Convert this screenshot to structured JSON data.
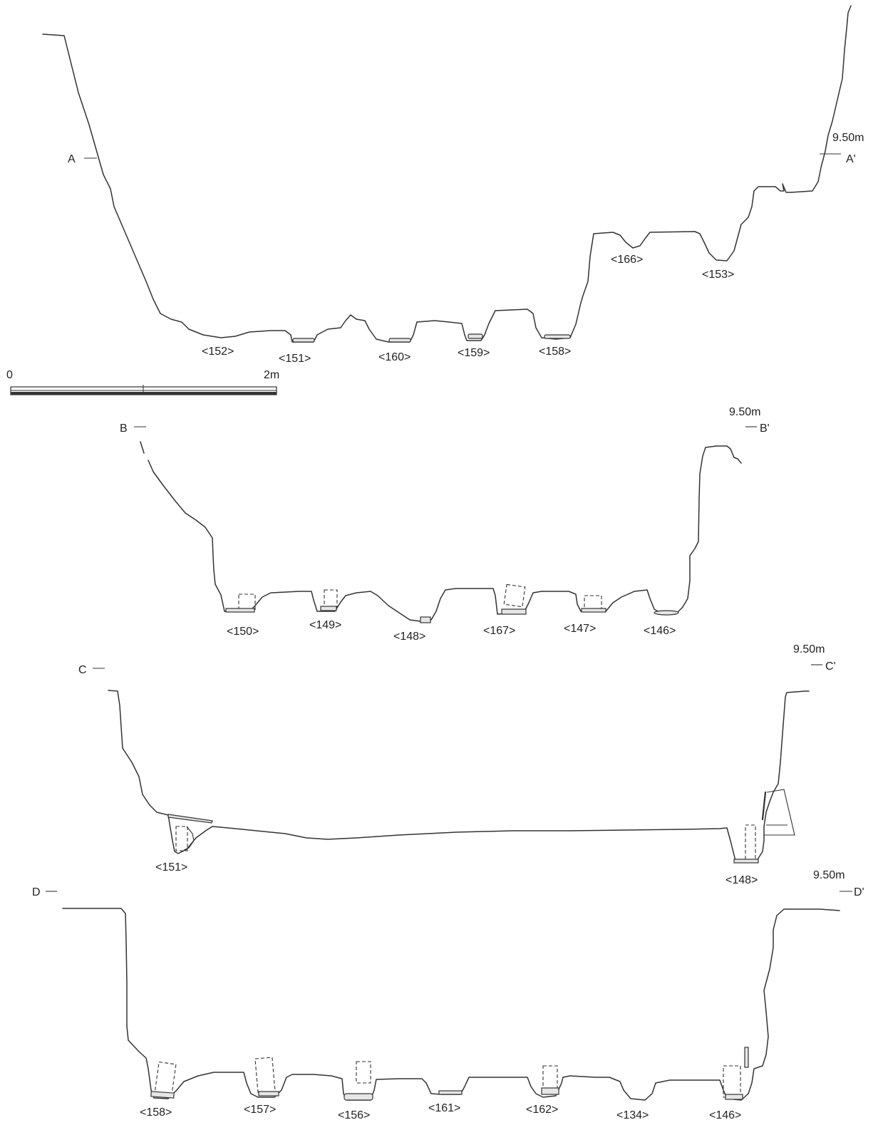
{
  "scale_bar": {
    "start": "0",
    "end": "2m"
  },
  "sections": [
    {
      "id": "A",
      "left": "A",
      "right": "A'",
      "elevation": "9.50m",
      "features": [
        "<152>",
        "<151>",
        "<160>",
        "<159>",
        "<158>",
        "<166>",
        "<153>"
      ]
    },
    {
      "id": "B",
      "left": "B",
      "right": "B'",
      "elevation": "9.50m",
      "features": [
        "<150>",
        "<149>",
        "<148>",
        "<167>",
        "<147>",
        "<146>"
      ]
    },
    {
      "id": "C",
      "left": "C",
      "right": "C'",
      "elevation": "9.50m",
      "features": [
        "<151>",
        "<148>"
      ]
    },
    {
      "id": "D",
      "left": "D",
      "right": "D'",
      "elevation": "9.50m",
      "features": [
        "<158>",
        "<157>",
        "<156>",
        "<161>",
        "<162>",
        "<134>",
        "<146>"
      ]
    }
  ]
}
